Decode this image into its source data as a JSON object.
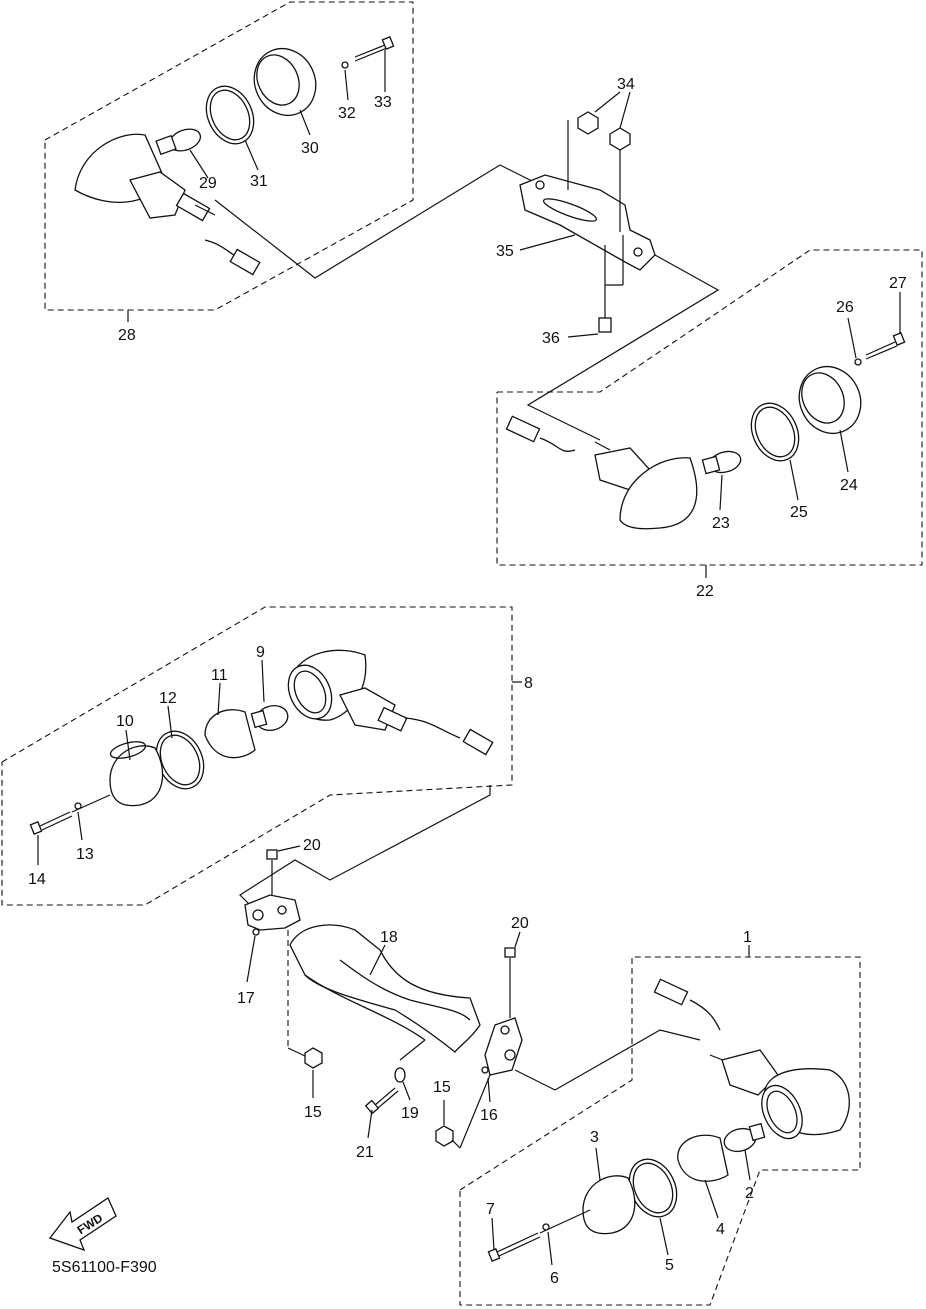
{
  "diagram": {
    "code": "5S61100-F390",
    "fwd_text": "FWD",
    "callouts": [
      "1",
      "2",
      "3",
      "4",
      "5",
      "6",
      "7",
      "8",
      "9",
      "10",
      "11",
      "12",
      "13",
      "14",
      "15",
      "15",
      "16",
      "17",
      "18",
      "19",
      "20",
      "20",
      "21",
      "22",
      "23",
      "24",
      "25",
      "26",
      "27",
      "28",
      "29",
      "30",
      "31",
      "32",
      "33",
      "34",
      "35",
      "36"
    ]
  }
}
